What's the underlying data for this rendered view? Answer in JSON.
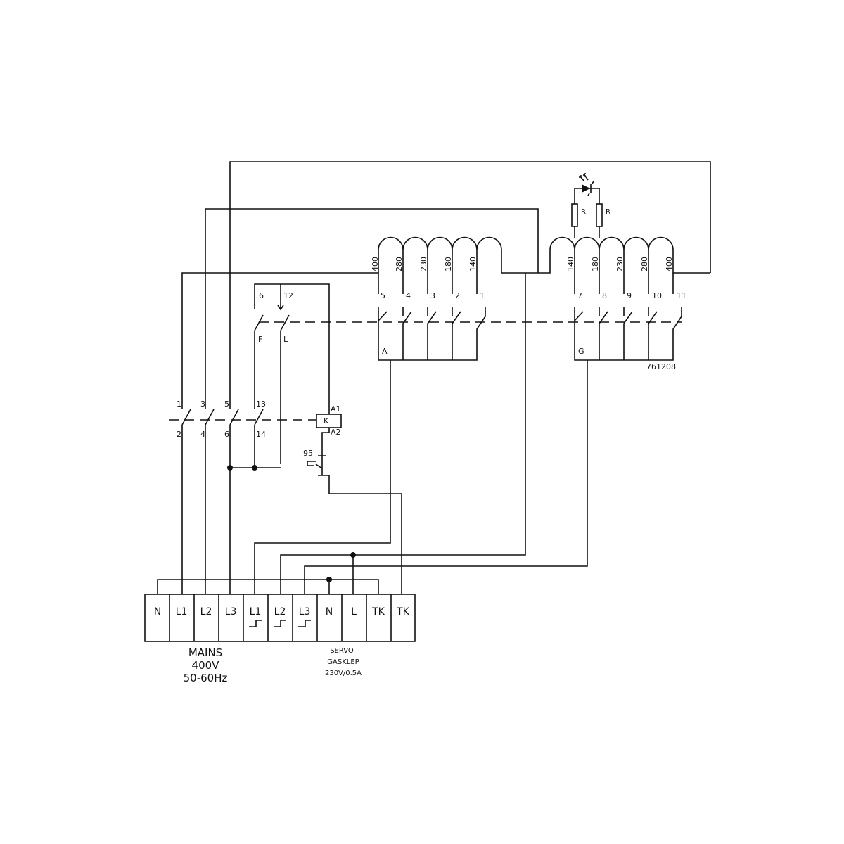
{
  "colors": {
    "line": "#111111",
    "background": "#ffffff"
  },
  "winding_left": {
    "taps": [
      "400",
      "280",
      "230",
      "180",
      "140"
    ]
  },
  "winding_right": {
    "taps": [
      "140",
      "180",
      "230",
      "280",
      "400"
    ]
  },
  "resistor_label": "R",
  "switch_left": {
    "numbers": [
      "5",
      "4",
      "3",
      "2",
      "1"
    ],
    "common": "A"
  },
  "switch_right": {
    "numbers": [
      "7",
      "8",
      "9",
      "10",
      "11"
    ],
    "common": "G"
  },
  "part_number": "761208",
  "selector": {
    "top": [
      "6",
      "12"
    ],
    "bottom": [
      "F",
      "L"
    ]
  },
  "contactor": {
    "label": "K",
    "a1": "A1",
    "a2": "A2",
    "top": [
      "1",
      "3",
      "5",
      "13"
    ],
    "bottom": [
      "2",
      "4",
      "6",
      "14"
    ],
    "overload": "95"
  },
  "terminals": [
    "N",
    "L1",
    "L2",
    "L3",
    "L1",
    "L2",
    "L3",
    "N",
    "L",
    "TK",
    "TK"
  ],
  "caption_mains": [
    "MAINS",
    "400V",
    "50-60Hz"
  ],
  "caption_servo": [
    "SERVO",
    "GASKLEP",
    "230V/0.5A"
  ]
}
